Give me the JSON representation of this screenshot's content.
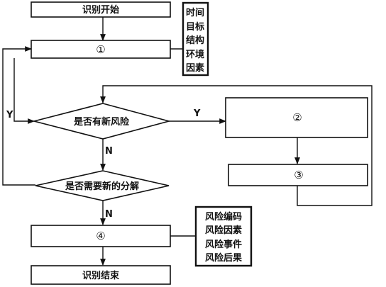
{
  "nodes": {
    "start": "识别开始",
    "step1": "①",
    "decision_new_risk": "是否有新风险",
    "step2": "②",
    "step3": "③",
    "decision_decompose": "是否需要新的分解",
    "step4": "④",
    "end": "识别结束"
  },
  "edge_labels": {
    "yes_new_risk": "Y",
    "yes_decompose": "Y",
    "no_new_risk": "N",
    "no_decompose": "N"
  },
  "factors_box": [
    "时间",
    "目标",
    "结构",
    "环境",
    "因素"
  ],
  "outputs_box": [
    "风险编码",
    "风险因素",
    "风险事件",
    "风险后果"
  ]
}
